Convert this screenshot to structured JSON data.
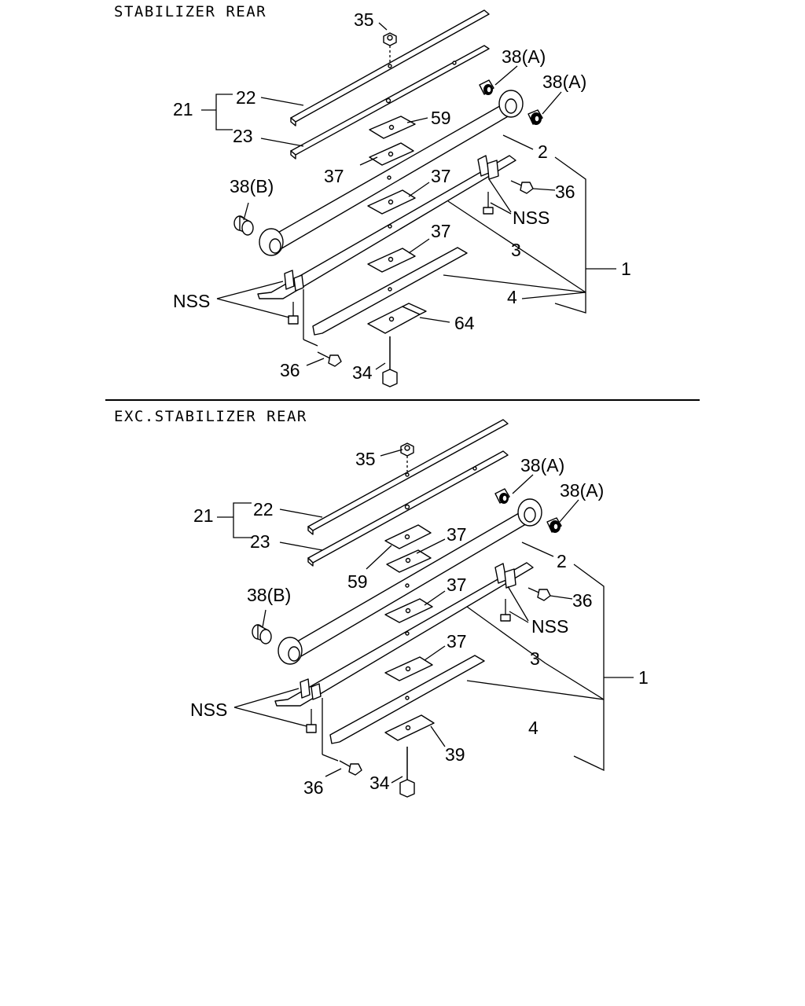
{
  "sections": [
    {
      "title": "STABILIZER REAR",
      "labels": {
        "p35": "35",
        "p38a1": "38(A)",
        "p38a2": "38(A)",
        "p22": "22",
        "p21": "21",
        "p23": "23",
        "p59": "59",
        "p2": "2",
        "p37a": "37",
        "p37b": "37",
        "p36a": "36",
        "p38b": "38(B)",
        "nss1": "NSS",
        "p3": "3",
        "p1": "1",
        "p37c": "37",
        "nss2": "NSS",
        "p4": "4",
        "p64": "64",
        "p36b": "36",
        "p34": "34"
      }
    },
    {
      "title": "EXC.STABILIZER REAR",
      "labels": {
        "p35": "35",
        "p38a1": "38(A)",
        "p38a2": "38(A)",
        "p22": "22",
        "p21": "21",
        "p23": "23",
        "p37a": "37",
        "p59": "59",
        "p2": "2",
        "p37b": "37",
        "p36a": "36",
        "p38b": "38(B)",
        "nss1": "NSS",
        "p3": "3",
        "p1": "1",
        "p37c": "37",
        "nss2": "NSS",
        "p4": "4",
        "p39": "39",
        "p36b": "36",
        "p34": "34"
      }
    }
  ]
}
